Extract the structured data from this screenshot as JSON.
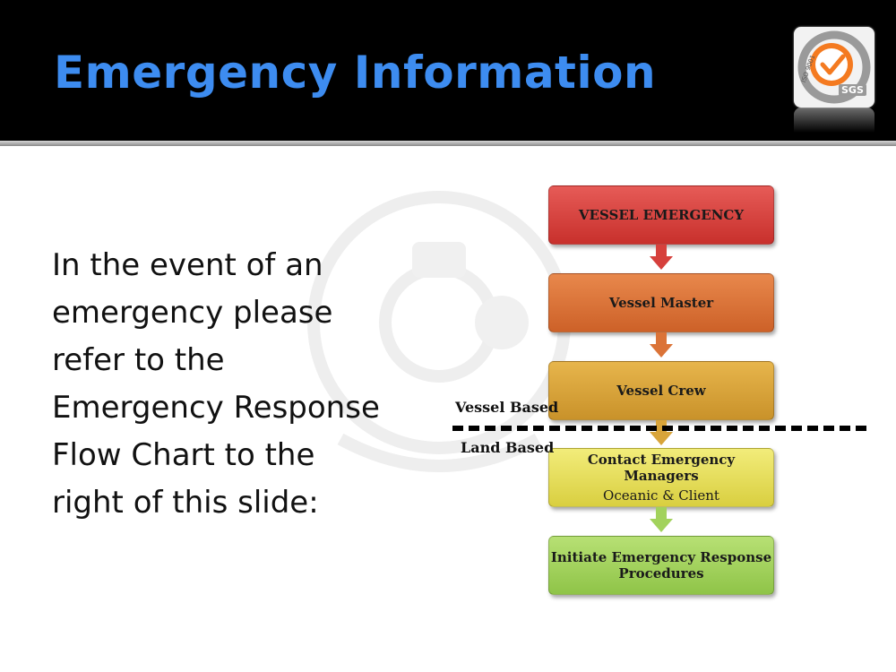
{
  "header": {
    "title": "Emergency Information"
  },
  "badge": {
    "brand": "SGS",
    "ring_text": "SYSTEM CERTIFICATION",
    "iso_text": "ISO 9001"
  },
  "body_text": {
    "lines": [
      "In the event of an",
      "emergency please",
      "refer to the",
      "Emergency Response",
      "Flow Chart to the",
      "right of this slide:"
    ]
  },
  "flowchart": {
    "steps": [
      {
        "label": "VESSEL EMERGENCY",
        "sub": ""
      },
      {
        "label": "Vessel Master",
        "sub": ""
      },
      {
        "label": "Vessel Crew",
        "sub": ""
      },
      {
        "label": "Contact Emergency Managers",
        "sub": "Oceanic & Client"
      },
      {
        "label": "Initiate Emergency Response Procedures",
        "sub": ""
      }
    ],
    "divider": {
      "above_label": "Vessel Based",
      "below_label": "Land Based"
    },
    "colors": [
      "#d6403c",
      "#db7337",
      "#d8a43a",
      "#e6df5c",
      "#a2d25c"
    ]
  }
}
